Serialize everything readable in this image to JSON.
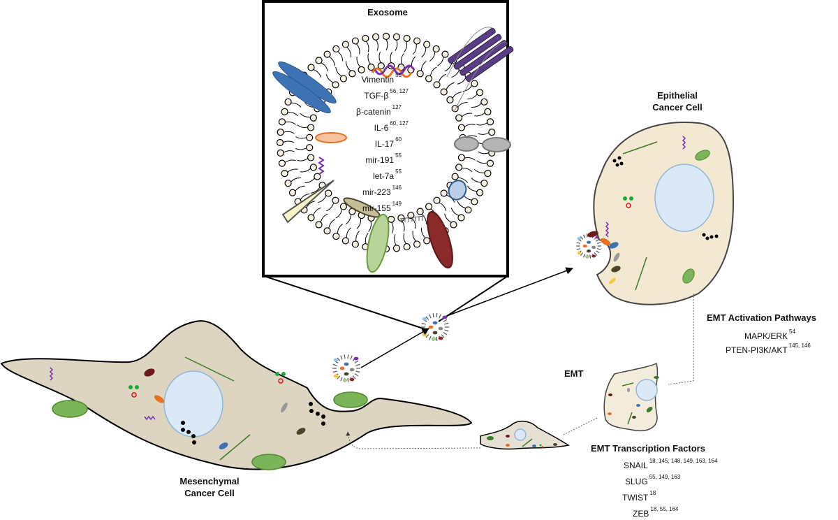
{
  "exosome": {
    "title": "Exosome",
    "cargo": [
      {
        "name": "Vimentin",
        "refs": "55"
      },
      {
        "name": "TGF-β",
        "refs": "56, 127"
      },
      {
        "name": "β-catenin",
        "refs": "127"
      },
      {
        "name": "IL-6",
        "refs": "60, 127"
      },
      {
        "name": "IL-17",
        "refs": "60"
      },
      {
        "name": "mir-191",
        "refs": "55"
      },
      {
        "name": "let-7a",
        "refs": "55"
      },
      {
        "name": "mir-223",
        "refs": "146"
      },
      {
        "name": "mir-155",
        "refs": "149"
      }
    ]
  },
  "epithelial": {
    "line1": "Epithelial",
    "line2": "Cancer Cell"
  },
  "mesenchymal": {
    "line1": "Mesenchymal",
    "line2": "Cancer Cell"
  },
  "emt": {
    "label": "EMT"
  },
  "activation": {
    "title": "EMT Activation Pathways",
    "items": [
      {
        "name": "MAPK/ERK",
        "refs": "54"
      },
      {
        "name": "PTEN-PI3K/AKT",
        "refs": "145, 146"
      }
    ]
  },
  "transcription": {
    "title": "EMT Transcription Factors",
    "items": [
      {
        "name": "SNAIL",
        "refs": "18, 145, 148, 149, 163, 164"
      },
      {
        "name": "SLUG",
        "refs": "55, 149, 163"
      },
      {
        "name": "TWIST",
        "refs": "18"
      },
      {
        "name": "ZEB",
        "refs": "18, 55, 164"
      }
    ]
  },
  "colors": {
    "cytoplasm_mes": "#ddd4c2",
    "cytoplasm_epi": "#f3e8d2",
    "nucleus": "#dbe8f5",
    "nucleus_stroke": "#8fb6dc",
    "mito": "#7cb45a",
    "purple": "#5a3d84",
    "blue": "#3d72b4",
    "darkred": "#8b2a2a",
    "lightgreen": "#a8c98a",
    "orange": "#e8711e"
  }
}
